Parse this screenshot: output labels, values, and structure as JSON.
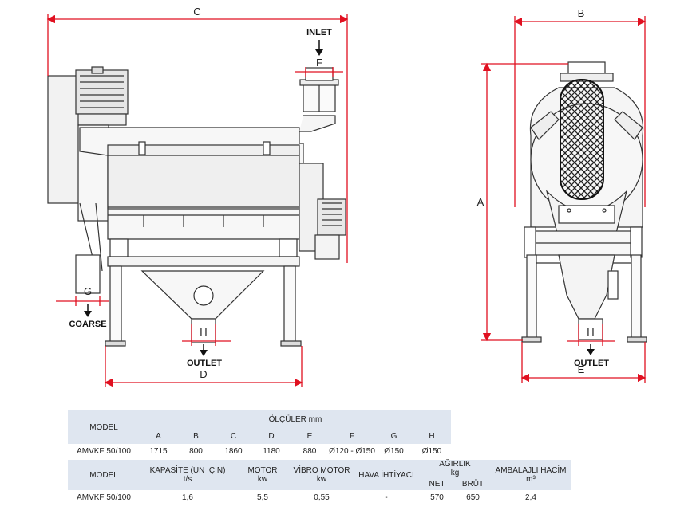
{
  "labels": {
    "inlet": "INLET",
    "coarse": "COARSE",
    "outlet_left": "OUTLET",
    "outlet_right": "OUTLET"
  },
  "dims": {
    "A": "A",
    "B": "B",
    "C": "C",
    "D": "D",
    "E": "E",
    "F": "F",
    "G": "G",
    "H_left": "H",
    "H_right": "H"
  },
  "colors": {
    "dimension_line": "#e01020",
    "drawing": "#333333",
    "table_header": "#dfe6f0"
  },
  "table1": {
    "model_header": "MODEL",
    "group_header": "ÖLÇÜLER mm",
    "columns": [
      "A",
      "B",
      "C",
      "D",
      "E",
      "F",
      "G",
      "H"
    ],
    "row_model": "AMVKF 50/100",
    "values": [
      "1715",
      "800",
      "1860",
      "1180",
      "880",
      "Ø120 - Ø150",
      "Ø150",
      "Ø150"
    ]
  },
  "table2": {
    "model_header": "MODEL",
    "capacity_header": "KAPASİTE (UN İÇİN)",
    "capacity_unit": "t/s",
    "motor_header": "MOTOR",
    "motor_unit": "kw",
    "vibro_header": "VİBRO MOTOR",
    "vibro_unit": "kw",
    "air_header": "HAVA İHTİYACI",
    "weight_header": "AĞIRLIK",
    "weight_unit": "kg",
    "net_header": "NET",
    "gross_header": "BRÜT",
    "volume_header": "AMBALAJLI HACİM",
    "volume_unit": "m³",
    "row_model": "AMVKF 50/100",
    "capacity": "1,6",
    "motor": "5,5",
    "vibro": "0,55",
    "air": "-",
    "net": "570",
    "gross": "650",
    "volume": "2,4"
  }
}
